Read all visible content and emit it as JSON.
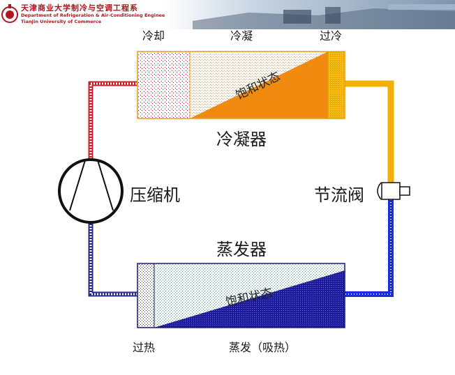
{
  "header": {
    "institution_cn": "天津商业大学制冷与空调工程系",
    "institution_en_line1": "Department of Refrigeration & Air-Conditioning Engineering,",
    "institution_en_line2": "TianJin University of Commerce"
  },
  "diagram": {
    "condenser": {
      "name": "冷凝器",
      "zone_cooling": "冷却",
      "zone_condensing": "冷凝",
      "zone_subcooling": "过冷",
      "saturation_label": "饱和状态"
    },
    "evaporator": {
      "name": "蒸发器",
      "zone_superheat": "过热",
      "zone_evaporating": "蒸发（吸热）",
      "saturation_label": "饱和状态"
    },
    "compressor": {
      "name": "压缩机"
    },
    "throttle_valve": {
      "name": "节流阀"
    },
    "colors": {
      "hot_gas": "#c8202a",
      "condensate": "#f0a800",
      "liquid_fill": "#f08a10",
      "cold_line": "#1a2ad8",
      "evap_vapor": "#18b0b8",
      "evap_liquid": "#1a1aa0",
      "suction": "#2a2a8a"
    }
  }
}
